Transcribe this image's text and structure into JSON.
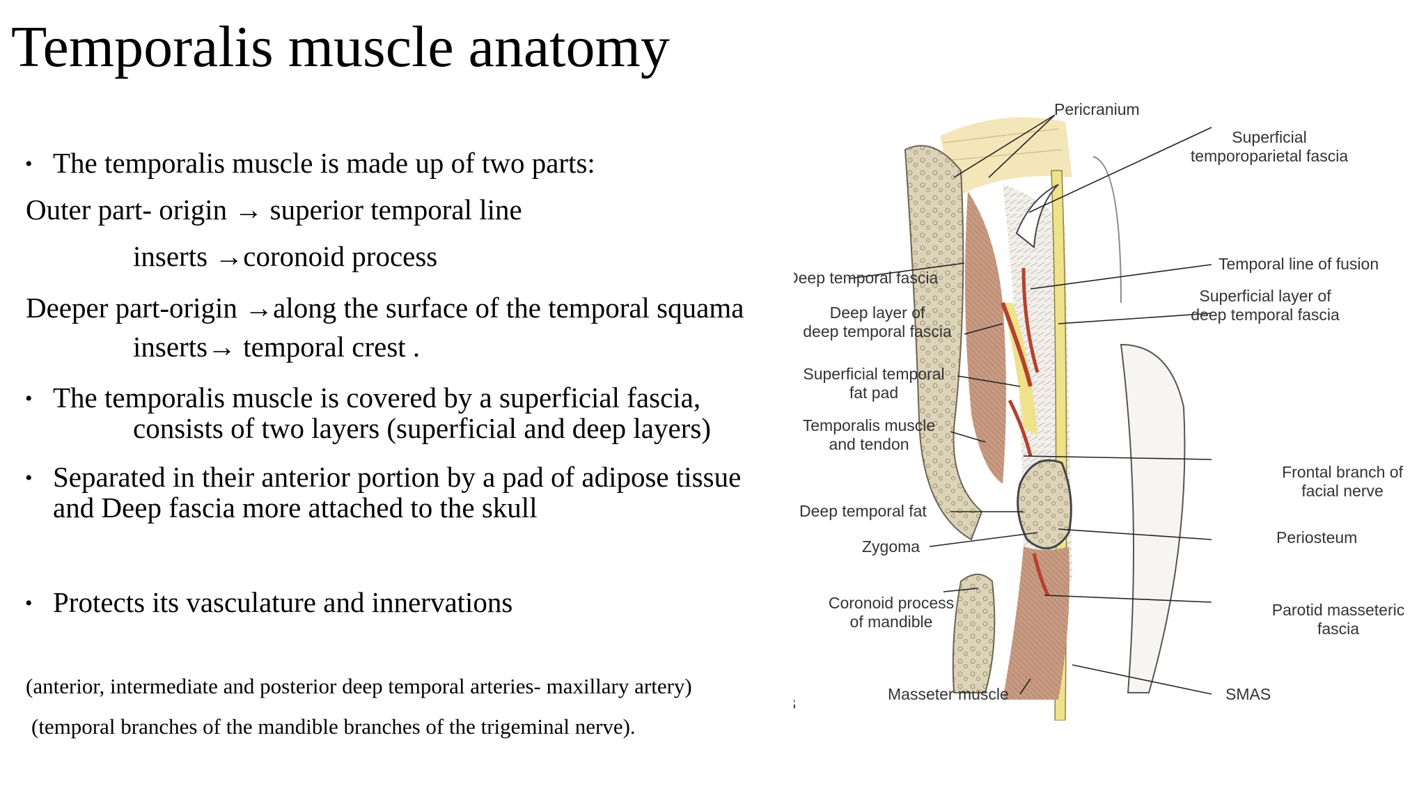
{
  "slide": {
    "title": "Temporalis muscle anatomy",
    "bullet_char": "•",
    "lines": {
      "b1": "The temporalis muscle is made up of two parts:",
      "outer_origin": "Outer part- origin → superior temporal line",
      "outer_insert": "inserts →coronoid process",
      "deep_origin": "Deeper part-origin →along the surface of the temporal squama",
      "deep_insert": "inserts→ temporal crest .",
      "b2a": "The temporalis muscle is covered by a superficial fascia,",
      "b2b": "consists of two layers (superficial and deep layers)",
      "b3a": "Separated in their anterior portion by a pad of adipose tissue",
      "b3b": "and Deep fascia more attached to the skull",
      "b4": "Protects its vasculature and innervations",
      "note1": "(anterior, intermediate and posterior deep temporal arteries-  maxillary artery)",
      "note2": "(temporal branches of the mandible branches of the trigeminal nerve)."
    }
  },
  "figure": {
    "panel_letter": "B",
    "labels": {
      "pericranium": "Pericranium",
      "superficial": "Superficial",
      "temporoparietal": "temporoparietal fascia",
      "deep_temporal_fascia": "Deep temporal fascia",
      "temporal_line_fusion": "Temporal line of fusion",
      "deep_layer_1": "Deep layer of",
      "deep_layer_2": "deep temporal fascia",
      "sup_layer_1": "Superficial layer of",
      "sup_layer_2": "deep temporal fascia",
      "sup_fat_1": "Superficial temporal",
      "sup_fat_2": "fat pad",
      "temporalis_1": "Temporalis muscle",
      "temporalis_2": "and tendon",
      "frontal_1": "Frontal branch of",
      "frontal_2": "facial nerve",
      "deep_fat": "Deep temporal fat",
      "periosteum": "Periosteum",
      "zygoma": "Zygoma",
      "coronoid_1": "Coronoid process",
      "coronoid_2": "of mandible",
      "parotid_1": "Parotid masseteric",
      "parotid_2": "fascia",
      "masseter": "Masseter muscle",
      "smas": "SMAS"
    },
    "colors": {
      "bone": "#ddd3b8",
      "muscle": "#c99a82",
      "fat": "#efe28a",
      "fascia": "#f2efea",
      "vessel": "#b5412e"
    }
  }
}
